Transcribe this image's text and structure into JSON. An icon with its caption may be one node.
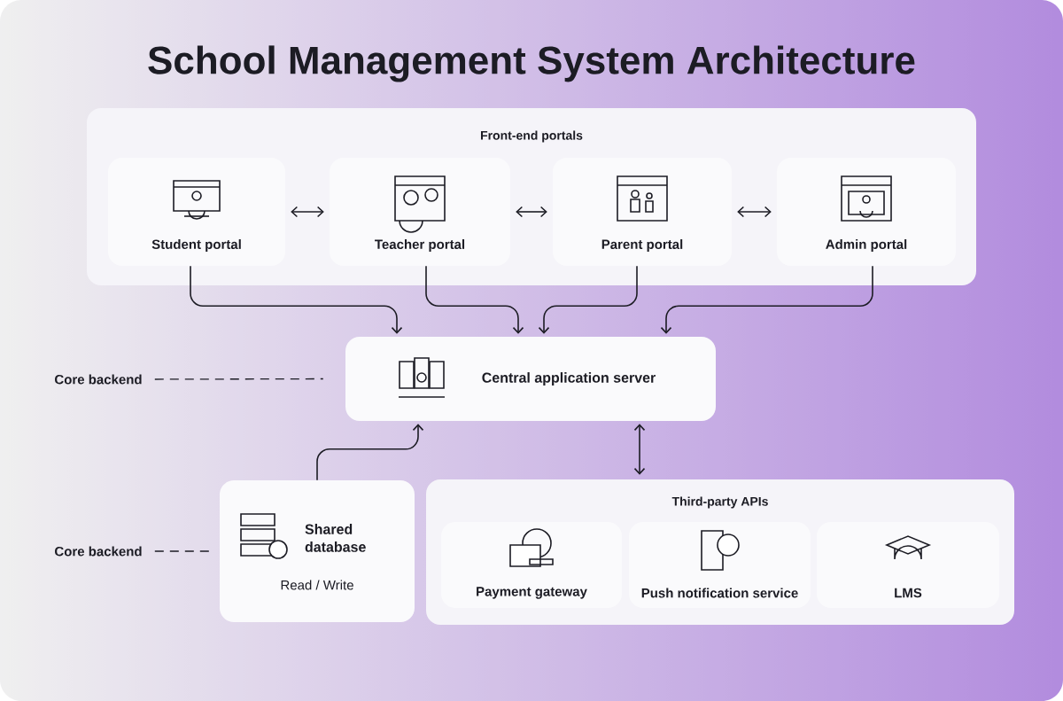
{
  "diagram": {
    "title": "School Management System Architecture",
    "nodes": [
      {
        "text": [
          "Front-end portals"
        ]
      },
      {
        "text": [
          "Student portal"
        ],
        "in": 0
      },
      {
        "text": [
          "Teacher portal"
        ],
        "in": 0
      },
      {
        "text": [
          "Parent portal"
        ],
        "in": 0
      },
      {
        "text": [
          "Admin portal"
        ],
        "in": 0
      },
      {
        "text": [
          "Central application server"
        ]
      },
      {
        "text": [
          "Shared database",
          "Read / Write"
        ]
      },
      {
        "text": [
          "Third-party APIs"
        ]
      },
      {
        "text": [
          "Payment gateway"
        ],
        "in": 7
      },
      {
        "text": [
          "Push notification service"
        ],
        "in": 7
      },
      {
        "text": [
          "LMS"
        ],
        "in": 7
      },
      {
        "text": [
          "Core backend"
        ]
      },
      {
        "text": [
          "Core backend"
        ]
      }
    ],
    "edges": [
      {
        "from": 1,
        "to": 2,
        "arrow": "both"
      },
      {
        "from": 2,
        "to": 3,
        "arrow": "both"
      },
      {
        "from": 3,
        "to": 4,
        "arrow": "both"
      },
      {
        "from": 1,
        "to": 5,
        "arrow": "to"
      },
      {
        "from": 2,
        "to": 5,
        "arrow": "to"
      },
      {
        "from": 3,
        "to": 5,
        "arrow": "to"
      },
      {
        "from": 4,
        "to": 5,
        "arrow": "to"
      },
      {
        "from": 6,
        "to": 5,
        "arrow": "to"
      },
      {
        "from": 5,
        "to": 7,
        "arrow": "both"
      },
      {
        "from": 11,
        "to": 5,
        "arrow": "none",
        "style": "dashed"
      },
      {
        "from": 12,
        "to": 6,
        "arrow": "none",
        "style": "dashed"
      }
    ]
  }
}
